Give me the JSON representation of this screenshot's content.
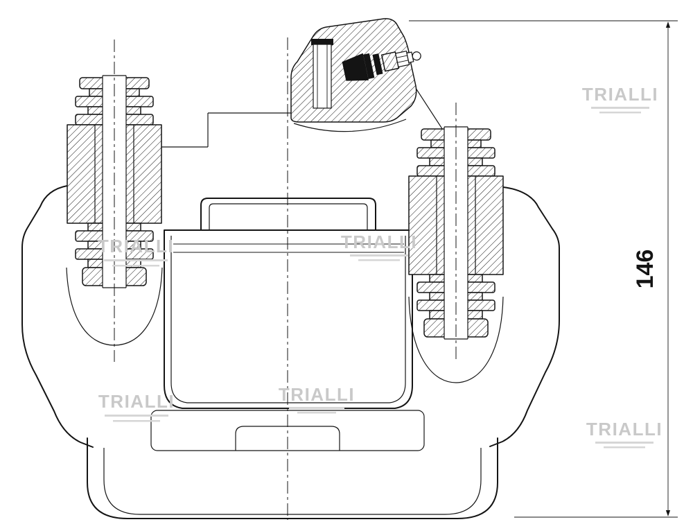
{
  "drawing": {
    "type": "engineering-cross-section",
    "subject": "brake caliper front view with guide pin bushings and bleed screw",
    "dimension_label": "146",
    "watermark": "TRIALLI",
    "colors": {
      "line": "#141414",
      "watermark": "#c9c9c9",
      "background": "#ffffff"
    }
  }
}
